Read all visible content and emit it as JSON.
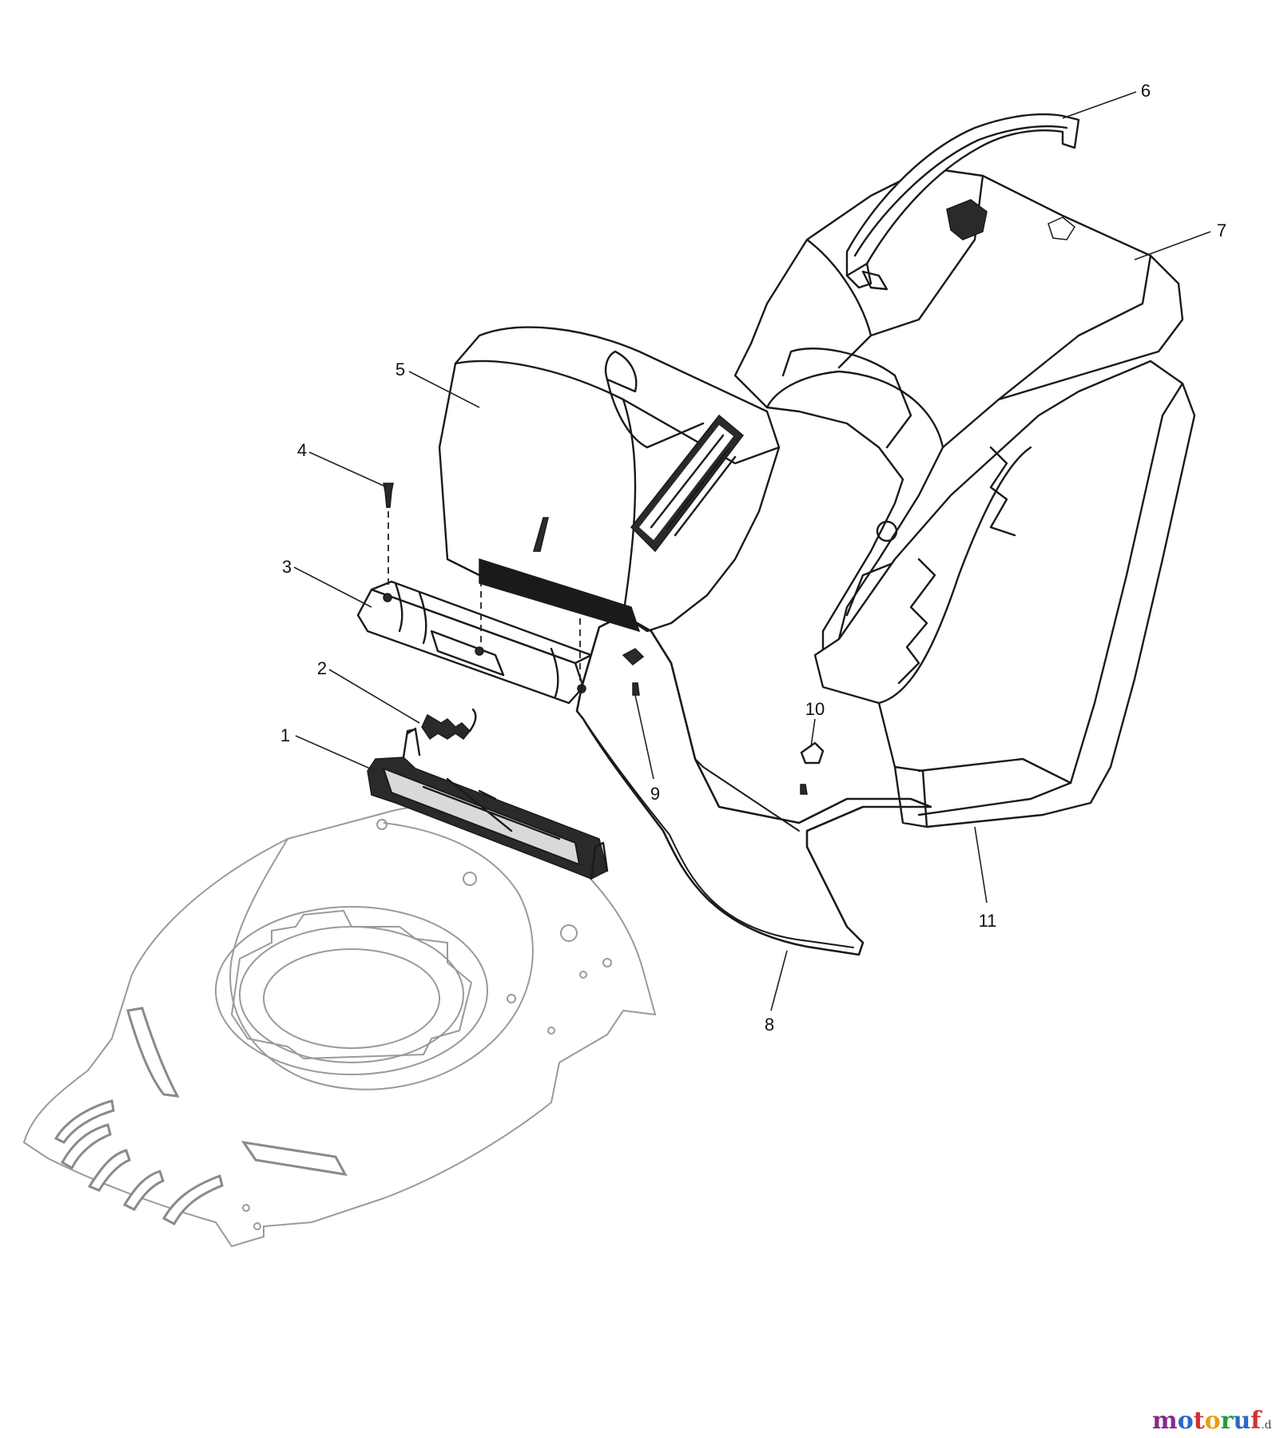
{
  "callouts": [
    {
      "id": "1",
      "label": "1"
    },
    {
      "id": "2",
      "label": "2"
    },
    {
      "id": "3",
      "label": "3"
    },
    {
      "id": "4",
      "label": "4"
    },
    {
      "id": "5",
      "label": "5"
    },
    {
      "id": "6",
      "label": "6"
    },
    {
      "id": "7",
      "label": "7"
    },
    {
      "id": "8",
      "label": "8"
    },
    {
      "id": "9",
      "label": "9"
    },
    {
      "id": "10",
      "label": "10"
    },
    {
      "id": "11",
      "label": "11"
    }
  ],
  "watermark": {
    "m": "m",
    "o1": "o",
    "t": "t",
    "o2": "o",
    "r": "r",
    "u": "u",
    "f": "f",
    "suffix": ".de"
  },
  "colors": {
    "wm_m": "#8a2a8a",
    "wm_o1": "#2a6ac8",
    "wm_t": "#d23030",
    "wm_o2": "#e8a010",
    "wm_r": "#2a9a3a",
    "wm_u": "#2a6ac8",
    "wm_f": "#d23030",
    "wm_suffix": "#444444"
  }
}
